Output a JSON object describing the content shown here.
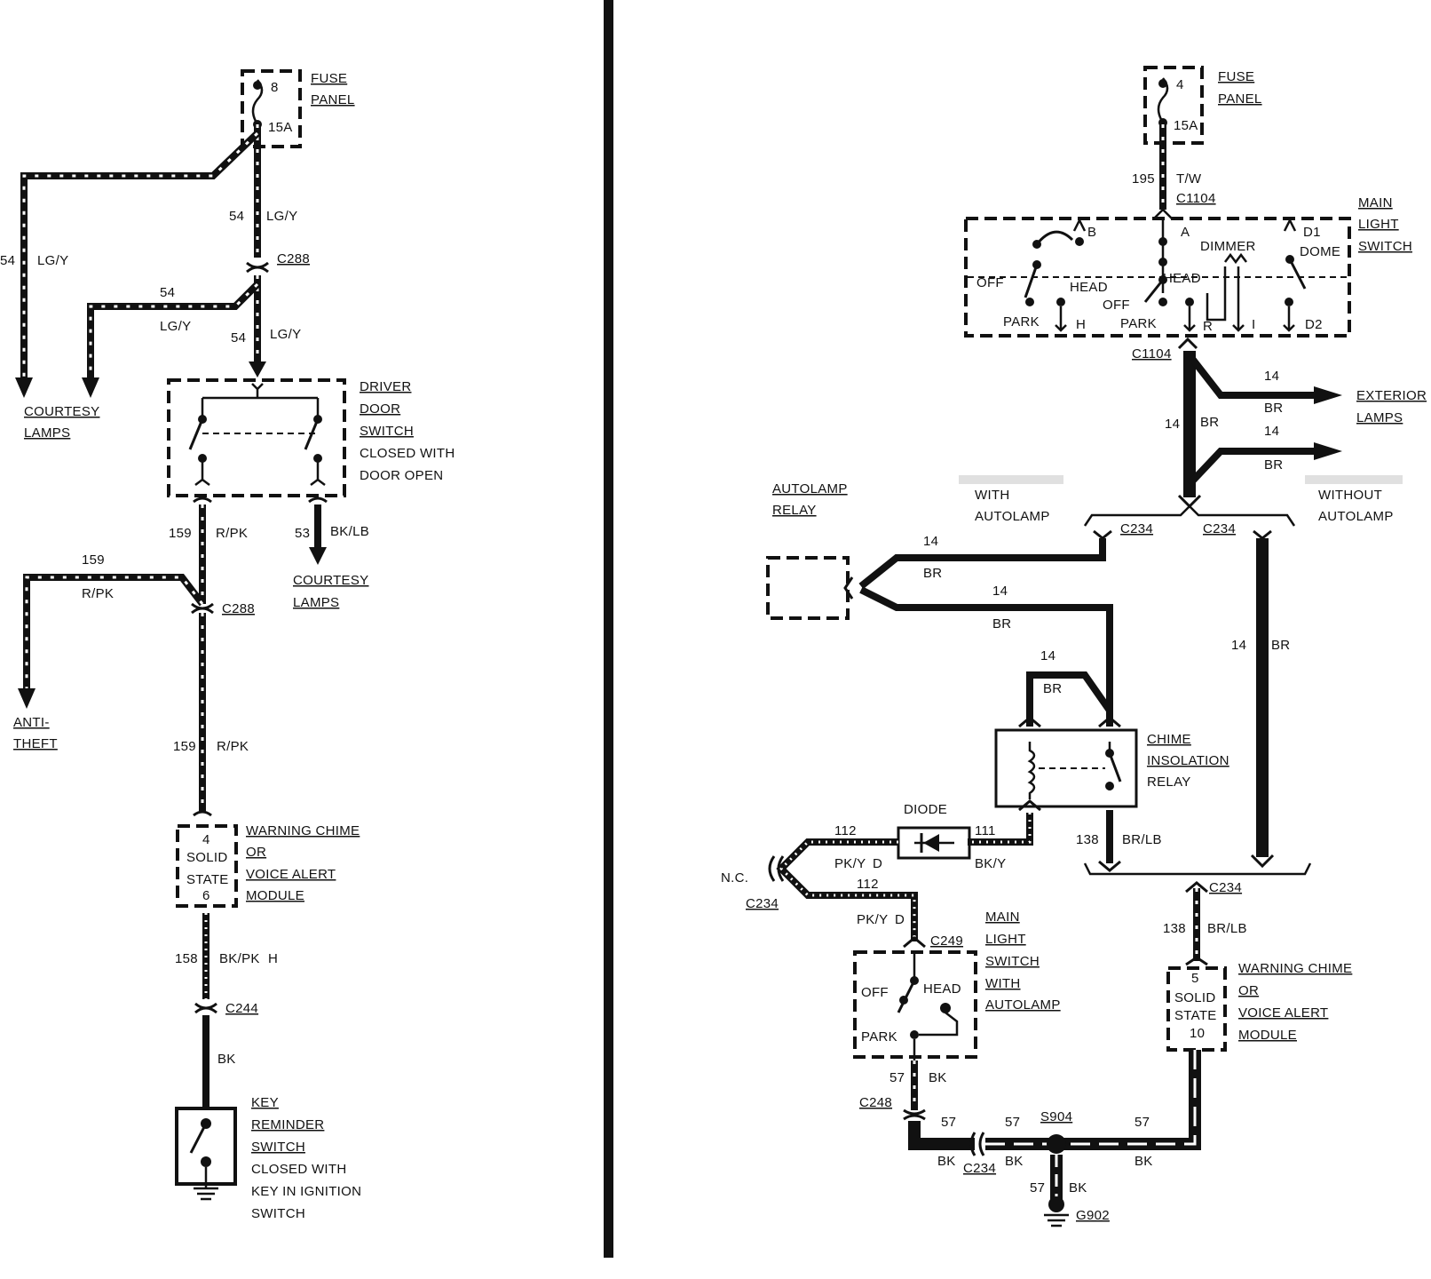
{
  "left": {
    "fuse_panel": {
      "fuse": "8",
      "rating": "15A",
      "label1": "FUSE",
      "label2": "PANEL"
    },
    "wire_54": {
      "circuit": "54",
      "color": "LG/Y"
    },
    "c288_top": "C288",
    "courtesy_lamps_left": {
      "l1": "COURTESY",
      "l2": "LAMPS"
    },
    "driver_door_switch": {
      "l1": "DRIVER",
      "l2": "DOOR",
      "l3": "SWITCH",
      "l4": "CLOSED WITH",
      "l5": "DOOR OPEN"
    },
    "wire_159": {
      "circuit": "159",
      "color": "R/PK"
    },
    "wire_53": {
      "circuit": "53",
      "color": "BK/LB"
    },
    "courtesy_lamps_right": {
      "l1": "COURTESY",
      "l2": "LAMPS"
    },
    "c288_bottom": "C288",
    "anti_theft": {
      "l1": "ANTI-",
      "l2": "THEFT"
    },
    "module": {
      "pin_top": "4",
      "s1": "SOLID",
      "s2": "STATE",
      "pin_bot": "6",
      "l1": "WARNING CHIME",
      "l2": "OR",
      "l3": "VOICE ALERT",
      "l4": "MODULE"
    },
    "wire_158": {
      "circuit": "158",
      "color": "BK/PK",
      "mark": "H"
    },
    "c244": "C244",
    "wire_bk": "BK",
    "key_switch": {
      "l1": "KEY",
      "l2": "REMINDER",
      "l3": "SWITCH",
      "l4": "CLOSED WITH",
      "l5": "KEY IN IGNITION",
      "l6": "SWITCH"
    }
  },
  "right": {
    "fuse_panel": {
      "fuse": "4",
      "rating": "15A",
      "label1": "FUSE",
      "label2": "PANEL"
    },
    "wire_195": {
      "circuit": "195",
      "color": "T/W"
    },
    "c1104": "C1104",
    "main_switch": {
      "l1": "MAIN",
      "l2": "LIGHT",
      "l3": "SWITCH",
      "pins": {
        "b": "B",
        "a": "A",
        "d1": "D1",
        "r": "R",
        "i": "I",
        "d2": "D2",
        "h": "H"
      },
      "words": {
        "dimmer": "DIMMER",
        "dome": "DOME",
        "off1": "OFF",
        "head1": "HEAD",
        "park1": "PARK",
        "head2": "HEAD",
        "off2": "OFF",
        "park2": "PARK"
      }
    },
    "wire_14": {
      "circuit": "14",
      "color": "BR"
    },
    "exterior_lamps": {
      "l1": "EXTERIOR",
      "l2": "LAMPS"
    },
    "autolamp_relay": {
      "l1": "AUTOLAMP",
      "l2": "RELAY"
    },
    "with_autolamp": {
      "l1": "WITH",
      "l2": "AUTOLAMP"
    },
    "without_autolamp": {
      "l1": "WITHOUT",
      "l2": "AUTOLAMP"
    },
    "c234": "C234",
    "chime_relay": {
      "l1": "CHIME",
      "l2": "INSOLATION",
      "l3": "RELAY"
    },
    "diode": "DIODE",
    "wire_112": {
      "circuit": "112",
      "color": "PK/Y",
      "mark": "D"
    },
    "wire_111": {
      "circuit": "111",
      "color": "BK/Y"
    },
    "wire_138": {
      "circuit": "138",
      "color": "BR/LB"
    },
    "nc": "N.C.",
    "c249": "C249",
    "autolamp_switch": {
      "l1": "MAIN",
      "l2": "LIGHT",
      "l3": "SWITCH",
      "l4": "WITH",
      "l5": "AUTOLAMP",
      "off": "OFF",
      "head": "HEAD",
      "park": "PARK"
    },
    "module": {
      "pin_top": "5",
      "s1": "SOLID",
      "s2": "STATE",
      "pin_bot": "10",
      "l1": "WARNING CHIME",
      "l2": "OR",
      "l3": "VOICE ALERT",
      "l4": "MODULE"
    },
    "wire_57": {
      "circuit": "57",
      "color": "BK"
    },
    "c248": "C248",
    "s904": "S904",
    "g902": "G902"
  }
}
